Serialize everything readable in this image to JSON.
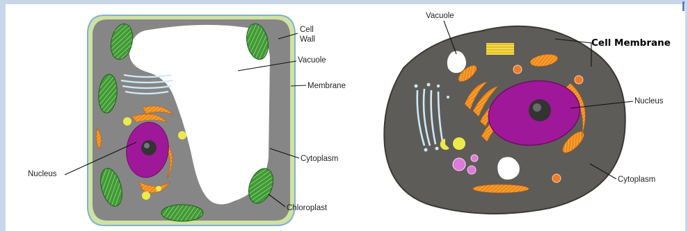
{
  "colors": {
    "frame": "#c8d6ea",
    "plant_cytoplasm": "#868686",
    "animal_cytoplasm": "#5e5c58",
    "nucleus": "#a0189a",
    "nucleolus": "#333333",
    "chloroplast": "#3f9a35",
    "organelle_orange": "#ef8a1a",
    "vesicle_yellow": "#ecea4a",
    "vesicle_pink": "#de7ad8",
    "vacuole": "#ffffff",
    "cell_wall": "#cfe2a2"
  },
  "plant_cell": {
    "labels": {
      "cell_wall_line1": "Cell",
      "cell_wall_line2": "Wall",
      "vacuole": "Vacuole",
      "membrane": "Membrane",
      "cytoplasm": "Cytoplasm",
      "chloroplast": "Chloroplast",
      "nucleus": "Nucleus"
    }
  },
  "animal_cell": {
    "labels": {
      "vacuole": "Vacuole",
      "cell_membrane": "Cell Membrane",
      "nucleus": "Nucleus",
      "cytoplasm": "Cytoplasm"
    }
  }
}
